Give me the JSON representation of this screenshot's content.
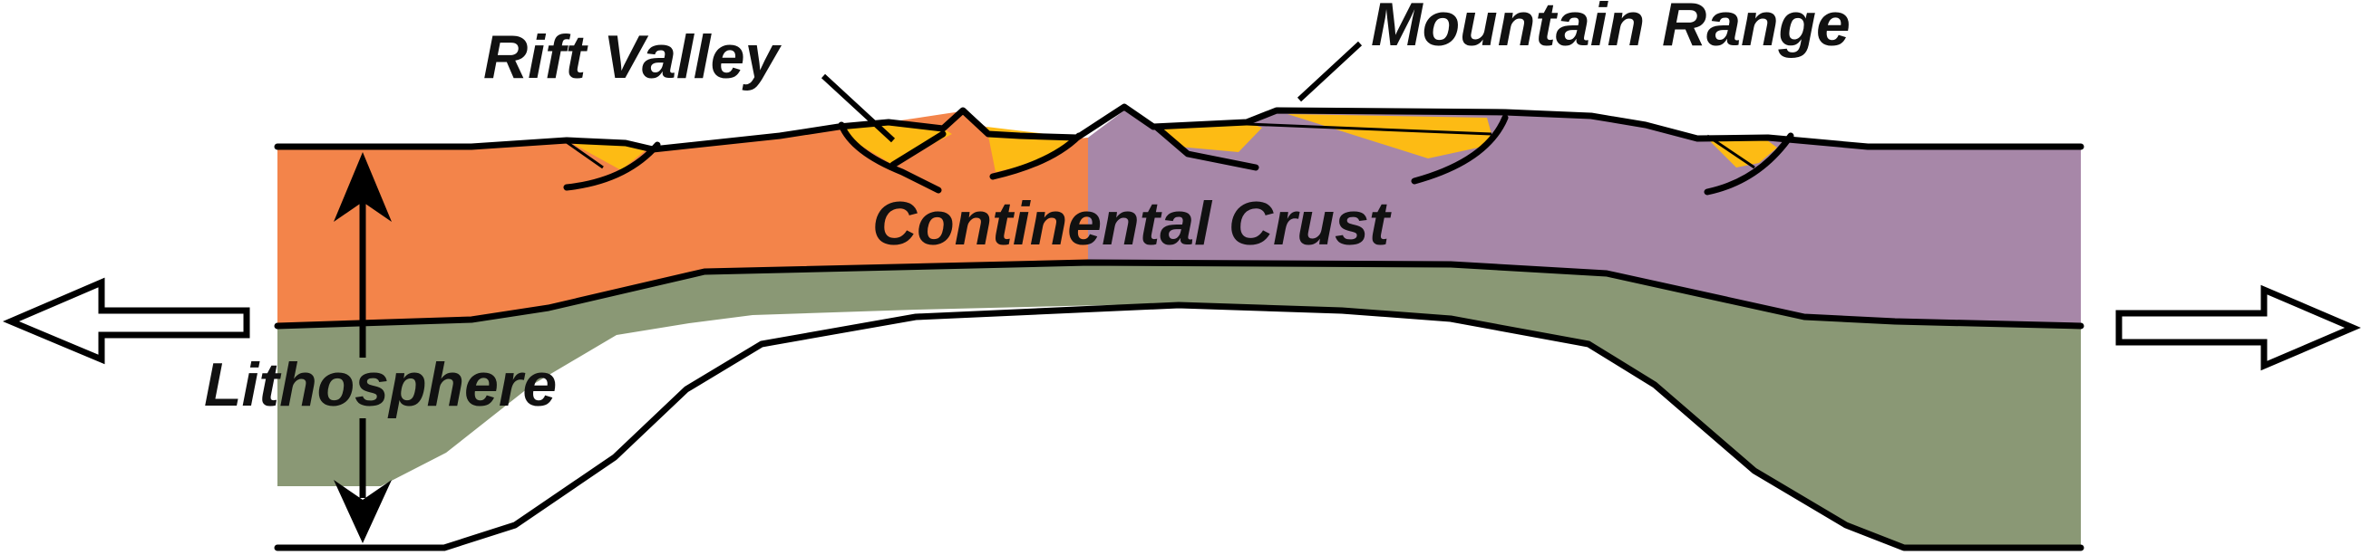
{
  "labels": {
    "rift_valley": "Rift Valley",
    "mountain_range": "Mountain Range",
    "continental_crust": "Continental Crust",
    "lithosphere": "Lithosphere"
  },
  "colors": {
    "crust_left": "#F3844A",
    "crust_right": "#A787A8",
    "mantle_lithosphere": "#8A9875",
    "sediment": "#FDBB14",
    "outline": "#000000",
    "background": "#FFFFFF"
  },
  "icons": {
    "extension_left": "hollow-arrow-left-icon",
    "extension_right": "hollow-arrow-right-icon",
    "thickness": "double-headed-arrow-icon"
  }
}
